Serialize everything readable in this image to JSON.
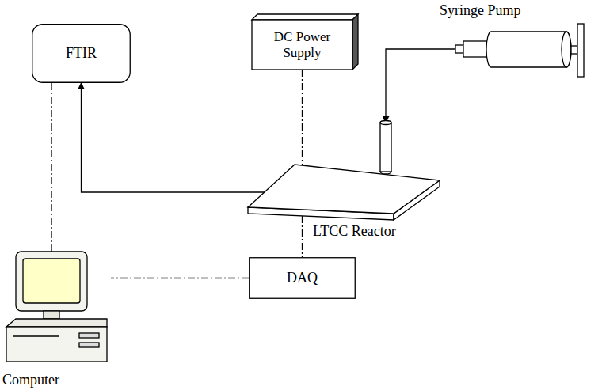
{
  "diagram": {
    "nodes": [
      {
        "text": [
          "FTIR"
        ]
      },
      {
        "text": [
          "DC Power Supply"
        ]
      },
      {
        "text": [
          "Syringe Pump"
        ]
      },
      {
        "text": [
          "LTCC Reactor"
        ]
      },
      {
        "text": [
          "DAQ"
        ]
      },
      {
        "text": [
          "Computer"
        ]
      }
    ],
    "edges": [
      {
        "from": 2,
        "to": 3,
        "arrow": "to"
      },
      {
        "from": 3,
        "to": 0,
        "arrow": "to"
      },
      {
        "from": 1,
        "to": 3,
        "arrow": "none"
      },
      {
        "from": 3,
        "to": 4,
        "arrow": "none"
      },
      {
        "from": 4,
        "to": 5,
        "arrow": "none"
      },
      {
        "from": 0,
        "to": 5,
        "arrow": "none"
      }
    ]
  }
}
